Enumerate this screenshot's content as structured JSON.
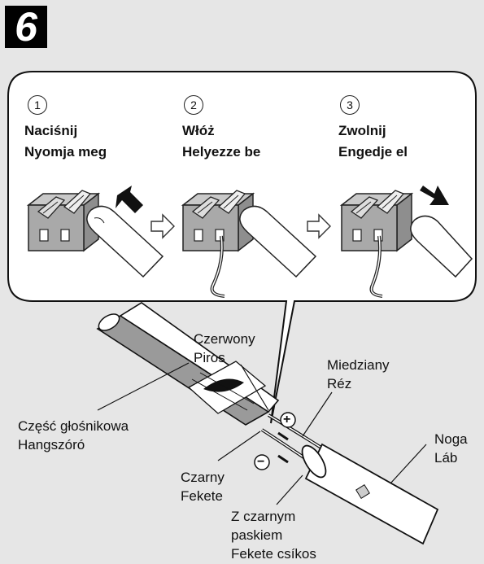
{
  "step_badge": "6",
  "steps": [
    {
      "num": "1",
      "line1": "Naciśnij",
      "line2": "Nyomja meg"
    },
    {
      "num": "2",
      "line1": "Włóż",
      "line2": "Helyezze be"
    },
    {
      "num": "3",
      "line1": "Zwolnij",
      "line2": "Engedje el"
    }
  ],
  "labels": {
    "red": [
      "Czerwony",
      "Piros"
    ],
    "copper": [
      "Miedziany",
      "Réz"
    ],
    "speaker": [
      "Część głośnikowa",
      "Hangszóró"
    ],
    "leg": [
      "Noga",
      "Láb"
    ],
    "black": [
      "Czarny",
      "Fekete"
    ],
    "stripe": [
      "Z czarnym",
      "paskiem",
      "Fekete csíkos"
    ],
    "plus": "+",
    "minus": "−"
  },
  "colors": {
    "panel_bg": "#e6e6e6",
    "line": "#111111",
    "terminal_grey": "#a9a9a9",
    "tube_grey": "#9a9a9a"
  }
}
